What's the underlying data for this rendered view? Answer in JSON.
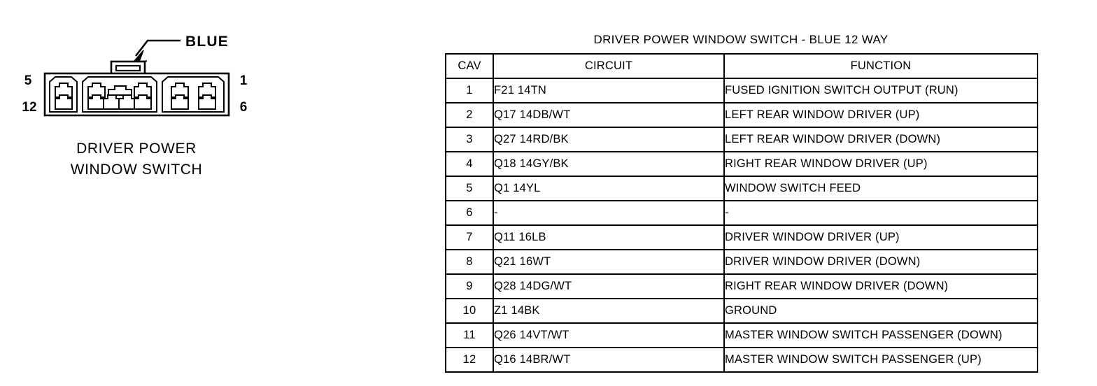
{
  "connector": {
    "callout_label": "BLUE",
    "pin_labels": {
      "top_left": "5",
      "bottom_left": "12",
      "top_right": "1",
      "bottom_right": "6"
    },
    "caption_line1": "DRIVER POWER",
    "caption_line2": "WINDOW SWITCH"
  },
  "table": {
    "title": "DRIVER POWER WINDOW SWITCH - BLUE 12 WAY",
    "headers": [
      "CAV",
      "CIRCUIT",
      "FUNCTION"
    ],
    "rows": [
      {
        "cav": "1",
        "circuit": "F21 14TN",
        "function": "FUSED IGNITION SWITCH OUTPUT (RUN)"
      },
      {
        "cav": "2",
        "circuit": "Q17 14DB/WT",
        "function": "LEFT REAR WINDOW DRIVER (UP)"
      },
      {
        "cav": "3",
        "circuit": "Q27 14RD/BK",
        "function": "LEFT REAR WINDOW DRIVER (DOWN)"
      },
      {
        "cav": "4",
        "circuit": "Q18 14GY/BK",
        "function": "RIGHT REAR WINDOW DRIVER (UP)"
      },
      {
        "cav": "5",
        "circuit": "Q1 14YL",
        "function": "WINDOW SWITCH FEED"
      },
      {
        "cav": "6",
        "circuit": "-",
        "function": "-"
      },
      {
        "cav": "7",
        "circuit": "Q11 16LB",
        "function": "DRIVER WINDOW DRIVER (UP)"
      },
      {
        "cav": "8",
        "circuit": "Q21 16WT",
        "function": "DRIVER WINDOW DRIVER (DOWN)"
      },
      {
        "cav": "9",
        "circuit": "Q28 14DG/WT",
        "function": "RIGHT REAR WINDOW DRIVER (DOWN)"
      },
      {
        "cav": "10",
        "circuit": "Z1 14BK",
        "function": "GROUND"
      },
      {
        "cav": "11",
        "circuit": "Q26 14VT/WT",
        "function": "MASTER WINDOW SWITCH PASSENGER (DOWN)"
      },
      {
        "cav": "12",
        "circuit": "Q16 14BR/WT",
        "function": "MASTER WINDOW SWITCH PASSENGER (UP)"
      }
    ]
  },
  "colors": {
    "line": "#000000",
    "background": "#ffffff"
  }
}
